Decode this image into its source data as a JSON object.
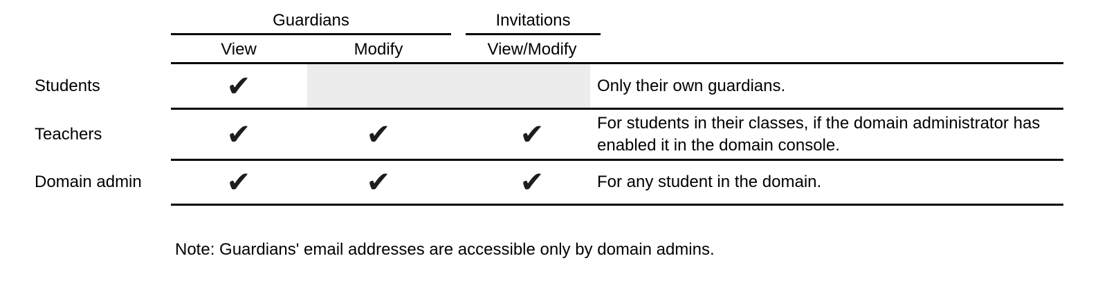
{
  "table": {
    "check_glyph": "✔",
    "col_groups": [
      {
        "label": "Guardians"
      },
      {
        "label": "Invitations"
      }
    ],
    "columns": [
      {
        "label": "View"
      },
      {
        "label": "Modify"
      },
      {
        "label": "View/Modify"
      }
    ],
    "rows": [
      {
        "label": "Students",
        "view": true,
        "modify": false,
        "view_modify": false,
        "note": "Only their own guardians."
      },
      {
        "label": "Teachers",
        "view": true,
        "modify": true,
        "view_modify": true,
        "note": "For students in their classes, if the domain administrator has enabled it in the domain console."
      },
      {
        "label": "Domain admin",
        "view": true,
        "modify": true,
        "view_modify": true,
        "note": "For any student in the domain."
      }
    ]
  },
  "footnote": "Note: Guardians' email addresses are accessible only by domain admins.",
  "colors": {
    "background": "#ffffff",
    "text": "#000000",
    "line": "#000000",
    "check": "#1d1d1d",
    "disabled_cell": "#ececec"
  }
}
